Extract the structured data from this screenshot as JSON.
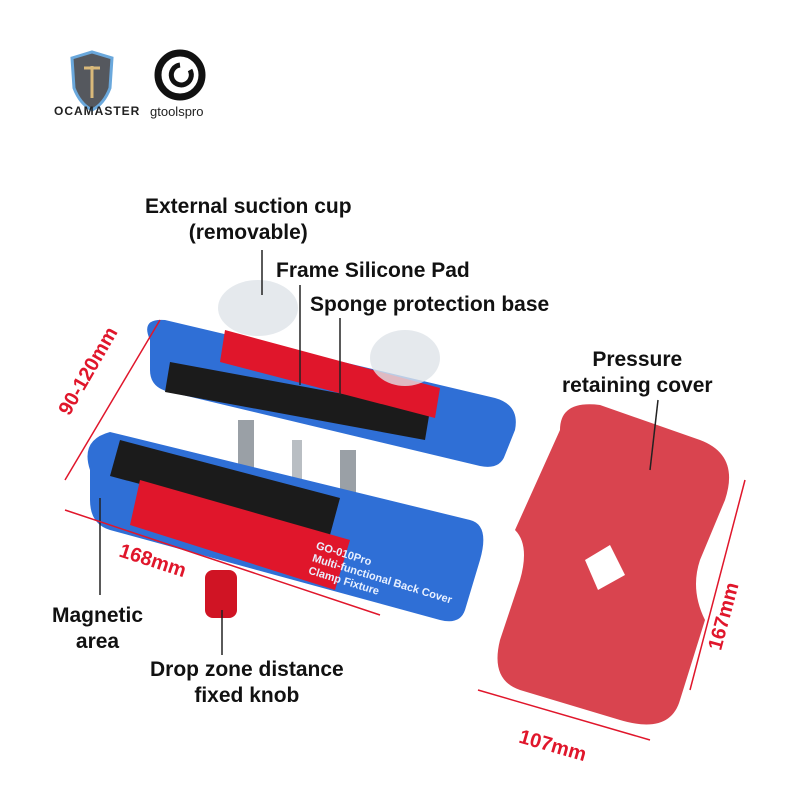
{
  "brands": {
    "left": "OCAMASTER",
    "right": "gtoolspro"
  },
  "labels": {
    "suction_line1": "External suction cup",
    "suction_line2": "(removable)",
    "frame_pad": "Frame Silicone Pad",
    "sponge": "Sponge protection base",
    "pressure_line1": "Pressure",
    "pressure_line2": "retaining cover",
    "magnetic_line1": "Magnetic",
    "magnetic_line2": "area",
    "knob_line1": "Drop zone distance",
    "knob_line2": "fixed knob"
  },
  "dimensions": {
    "height": "90-120mm",
    "width": "168mm",
    "cover_width": "107mm",
    "cover_height": "167mm"
  },
  "product_engraving": {
    "model": "GO-010Pro",
    "desc1": "Multi-functional Back Cover",
    "desc2": "Clamp Fixture"
  },
  "colors": {
    "blue": "#2f6fd6",
    "red": "#e0162b",
    "cover": "#d9444f"
  }
}
